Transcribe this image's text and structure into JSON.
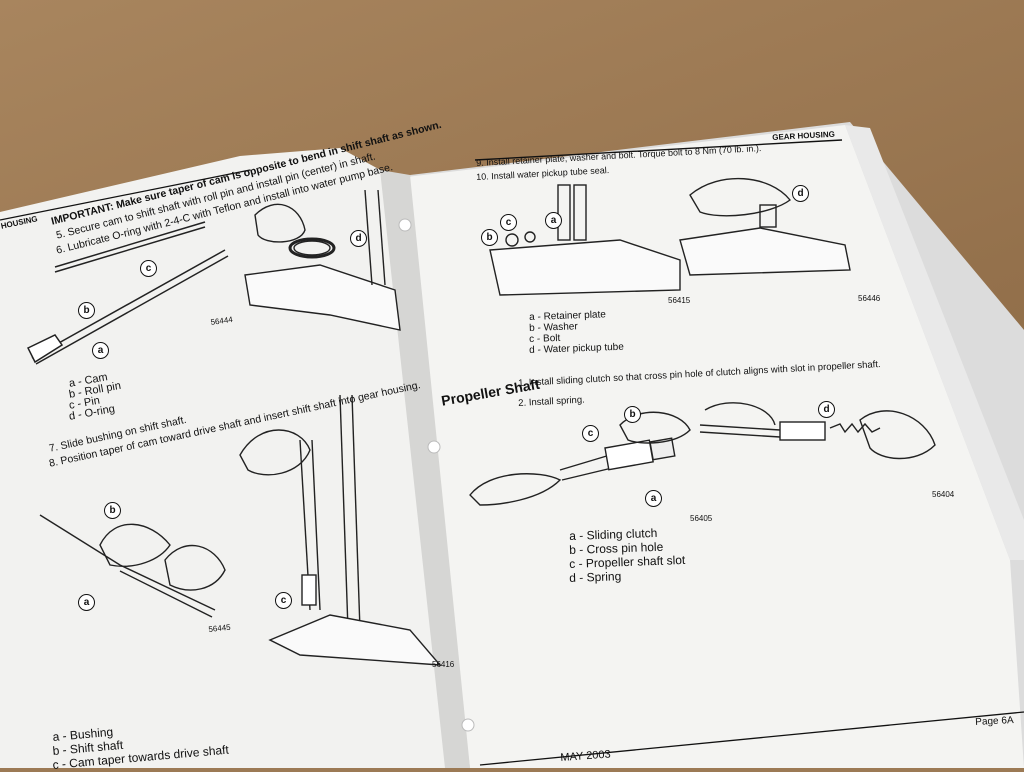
{
  "left_page": {
    "header": "HOUSING",
    "important": "IMPORTANT: Make sure taper of cam is opposite to bend in shift shaft as shown.",
    "steps_a": [
      "5. Secure cam to shift shaft with roll pin and install pin (center) in shaft.",
      "6. Lubricate O-ring with 2-4-C with Teflon and install into water pump base."
    ],
    "fig1_id": "56444",
    "legend1": [
      "a - Cam",
      "b - Roll pin",
      "c - Pin",
      "d - O-ring"
    ],
    "steps_b": [
      "7. Slide bushing on shift shaft.",
      "8. Position taper of cam toward drive shaft and insert shift shaft into gear housing."
    ],
    "fig2_id": "56445",
    "fig3_id": "56416",
    "legend2": [
      "a - Bushing",
      "b - Shift shaft",
      "c - Cam taper towards drive shaft"
    ]
  },
  "right_page": {
    "header": "GEAR HOUSING",
    "steps_a": [
      "9. Install retainer plate, washer and bolt. Torque bolt to 8 Nm (70 lb. in.).",
      "10. Install water pickup tube seal."
    ],
    "fig1_id": "56415",
    "fig2_id": "56446",
    "legend1": [
      "a - Retainer plate",
      "b - Washer",
      "c - Bolt",
      "d - Water pickup tube"
    ],
    "section_title": "Propeller Shaft",
    "steps_b": [
      "1. Install sliding clutch so that cross pin hole of clutch aligns with slot in propeller shaft.",
      "2. Install spring."
    ],
    "fig3_id": "56405",
    "fig4_id": "56404",
    "legend2": [
      "a - Sliding clutch",
      "b - Cross pin hole",
      "c - Propeller shaft slot",
      "d - Spring"
    ],
    "footer_date": "MAY 2003",
    "page_number": "Page 6A"
  },
  "callouts": {
    "a": "a",
    "b": "b",
    "c": "c",
    "d": "d"
  }
}
